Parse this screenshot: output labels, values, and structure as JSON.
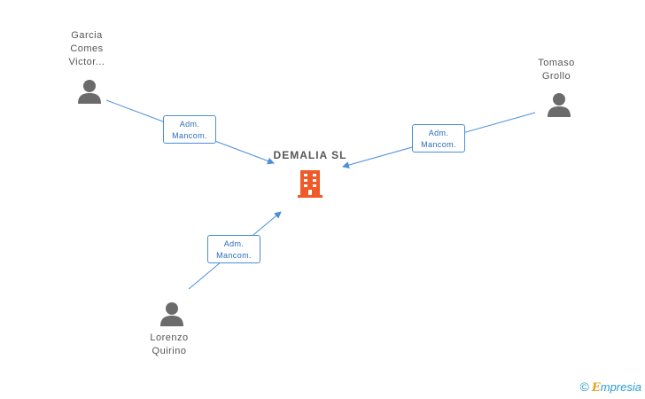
{
  "company": {
    "name": "DEMALIA SL"
  },
  "people": [
    {
      "id": "garcia",
      "name": "Garcia\nComes\nVictor..."
    },
    {
      "id": "tomaso",
      "name": "Tomaso\nGrollo"
    },
    {
      "id": "lorenzo",
      "name": "Lorenzo\nQuirino"
    }
  ],
  "relations": [
    {
      "from": "garcia",
      "role": "Adm.\nMancom."
    },
    {
      "from": "tomaso",
      "role": "Adm.\nMancom."
    },
    {
      "from": "lorenzo",
      "role": "Adm.\nMancom."
    }
  ],
  "colors": {
    "link": "#4a8fd8",
    "person": "#6b6b6b",
    "company": "#f05a28"
  },
  "watermark": {
    "copyright": "©",
    "brand_first": "E",
    "brand_rest": "mpresia"
  }
}
